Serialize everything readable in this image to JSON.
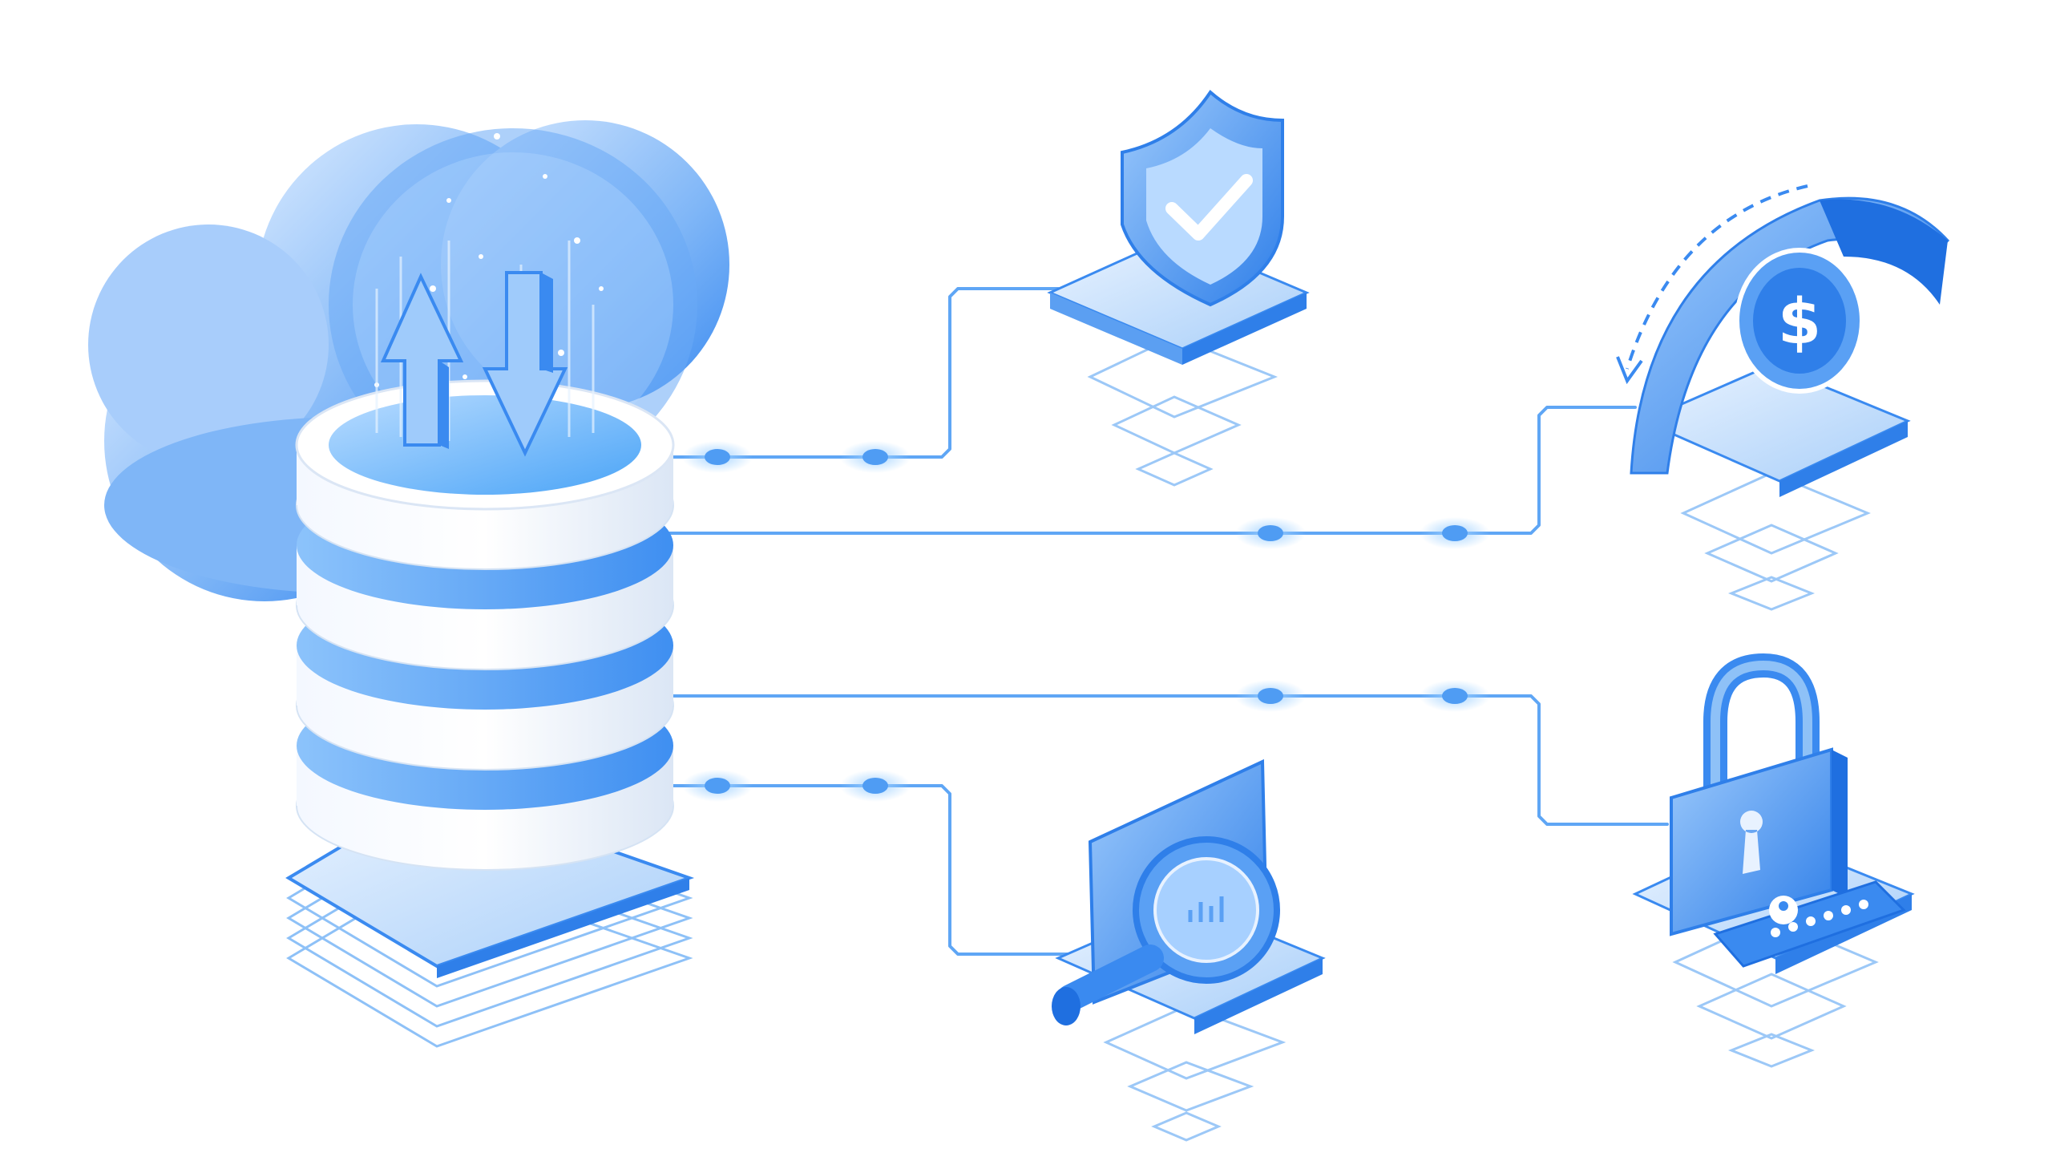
{
  "diagram": {
    "hub": {
      "name": "cloud-database",
      "icon": "cloud-database-sync-icon"
    },
    "nodes": [
      {
        "id": "shield",
        "icon": "shield-check-icon"
      },
      {
        "id": "coin",
        "icon": "dollar-coin-cycle-icon"
      },
      {
        "id": "magnifier",
        "icon": "magnifier-screen-icon"
      },
      {
        "id": "lock",
        "icon": "padlock-password-icon"
      }
    ],
    "connections": [
      {
        "from": "cloud-database",
        "to": "shield"
      },
      {
        "from": "cloud-database",
        "to": "coin"
      },
      {
        "from": "cloud-database",
        "to": "lock"
      },
      {
        "from": "cloud-database",
        "to": "magnifier"
      }
    ]
  },
  "colors": {
    "background": "#ffffff",
    "primary": "#3a8af0",
    "dark": "#1f6fe0",
    "light": "#cfe4ff",
    "pale": "#e8f2ff",
    "line": "#5fa6f5"
  }
}
